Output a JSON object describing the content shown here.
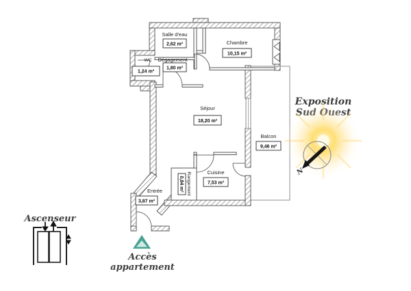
{
  "rooms": {
    "salle_deau": {
      "name": "Salle d'eau",
      "area": "2,62 m²"
    },
    "chambre": {
      "name": "Chambre",
      "area": "10,15 m²"
    },
    "wc": {
      "name": "WC",
      "area": "1,24 m²"
    },
    "degagement": {
      "name": "Dégagement",
      "area": "1,80 m²"
    },
    "sejour": {
      "name": "Séjour",
      "area": "18,20 m²"
    },
    "balcon": {
      "name": "Balcon",
      "area": "9,46 m²"
    },
    "cuisine": {
      "name": "Cuisine",
      "area": "7,53 m²"
    },
    "rangement": {
      "name": "Rangement",
      "area": "0,84 m²"
    },
    "entree": {
      "name": "Entrée",
      "area": "3,87 m²"
    }
  },
  "annotations": {
    "exposition_line1": "Exposition",
    "exposition_line2": "Sud Ouest",
    "north_label": "N",
    "elevator_label": "Ascenseur",
    "access_line1": "Accès",
    "access_line2": "appartement"
  },
  "colors": {
    "wall_hatch": "#8d8d8d",
    "wall_outline": "#4d4d4d",
    "partition": "#555555",
    "sun_glow": "#ffd24d",
    "sun_core": "#fffbe8",
    "access_arrow": "#4aa291",
    "access_arrow_border": "#2f8575",
    "access_arrow_inner": "#cfe9e3",
    "label_text": "#1a1a1a",
    "script_text": "#3d3d3d"
  }
}
